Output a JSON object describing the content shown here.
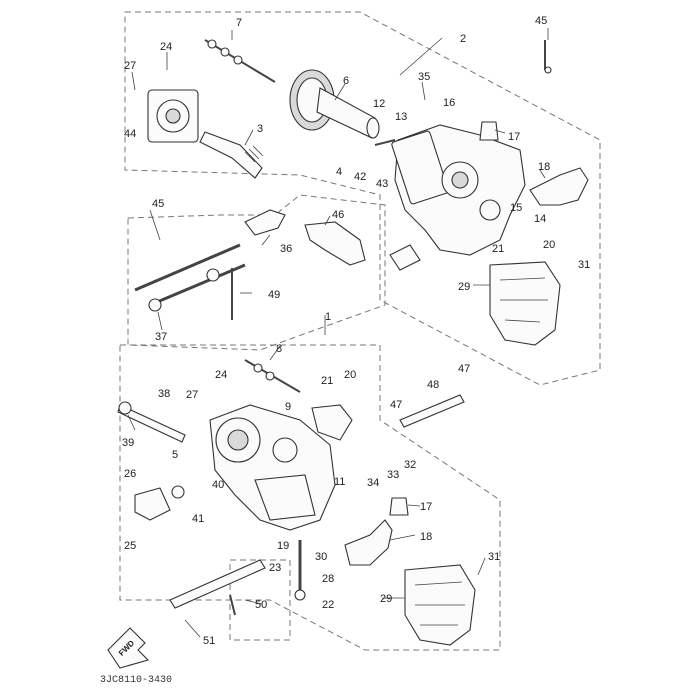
{
  "callouts": {
    "c1": "1",
    "c2": "2",
    "c3": "3",
    "c4": "4",
    "c5": "5",
    "c6": "6",
    "c7": "7",
    "c8": "8",
    "c9": "9",
    "c11": "11",
    "c12": "12",
    "c13": "13",
    "c14": "14",
    "c15": "15",
    "c16": "16",
    "c17a": "17",
    "c17b": "17",
    "c18a": "18",
    "c18b": "18",
    "c19": "19",
    "c20a": "20",
    "c20b": "20",
    "c21a": "21",
    "c21b": "21",
    "c22": "22",
    "c23": "23",
    "c24a": "24",
    "c24b": "24",
    "c25": "25",
    "c26": "26",
    "c27a": "27",
    "c27b": "27",
    "c28": "28",
    "c29a": "29",
    "c29b": "29",
    "c30": "30",
    "c31a": "31",
    "c31b": "31",
    "c32": "32",
    "c33": "33",
    "c34": "34",
    "c35": "35",
    "c36": "36",
    "c37": "37",
    "c38": "38",
    "c39": "39",
    "c40": "40",
    "c41": "41",
    "c42": "42",
    "c43": "43",
    "c44": "44",
    "c45a": "45",
    "c45b": "45",
    "c46": "46",
    "c47a": "47",
    "c47b": "47",
    "c48": "48",
    "c49": "49",
    "c50": "50",
    "c51": "51"
  },
  "fwd_label": "FWD",
  "drawing_code": "3JC8110-3430"
}
